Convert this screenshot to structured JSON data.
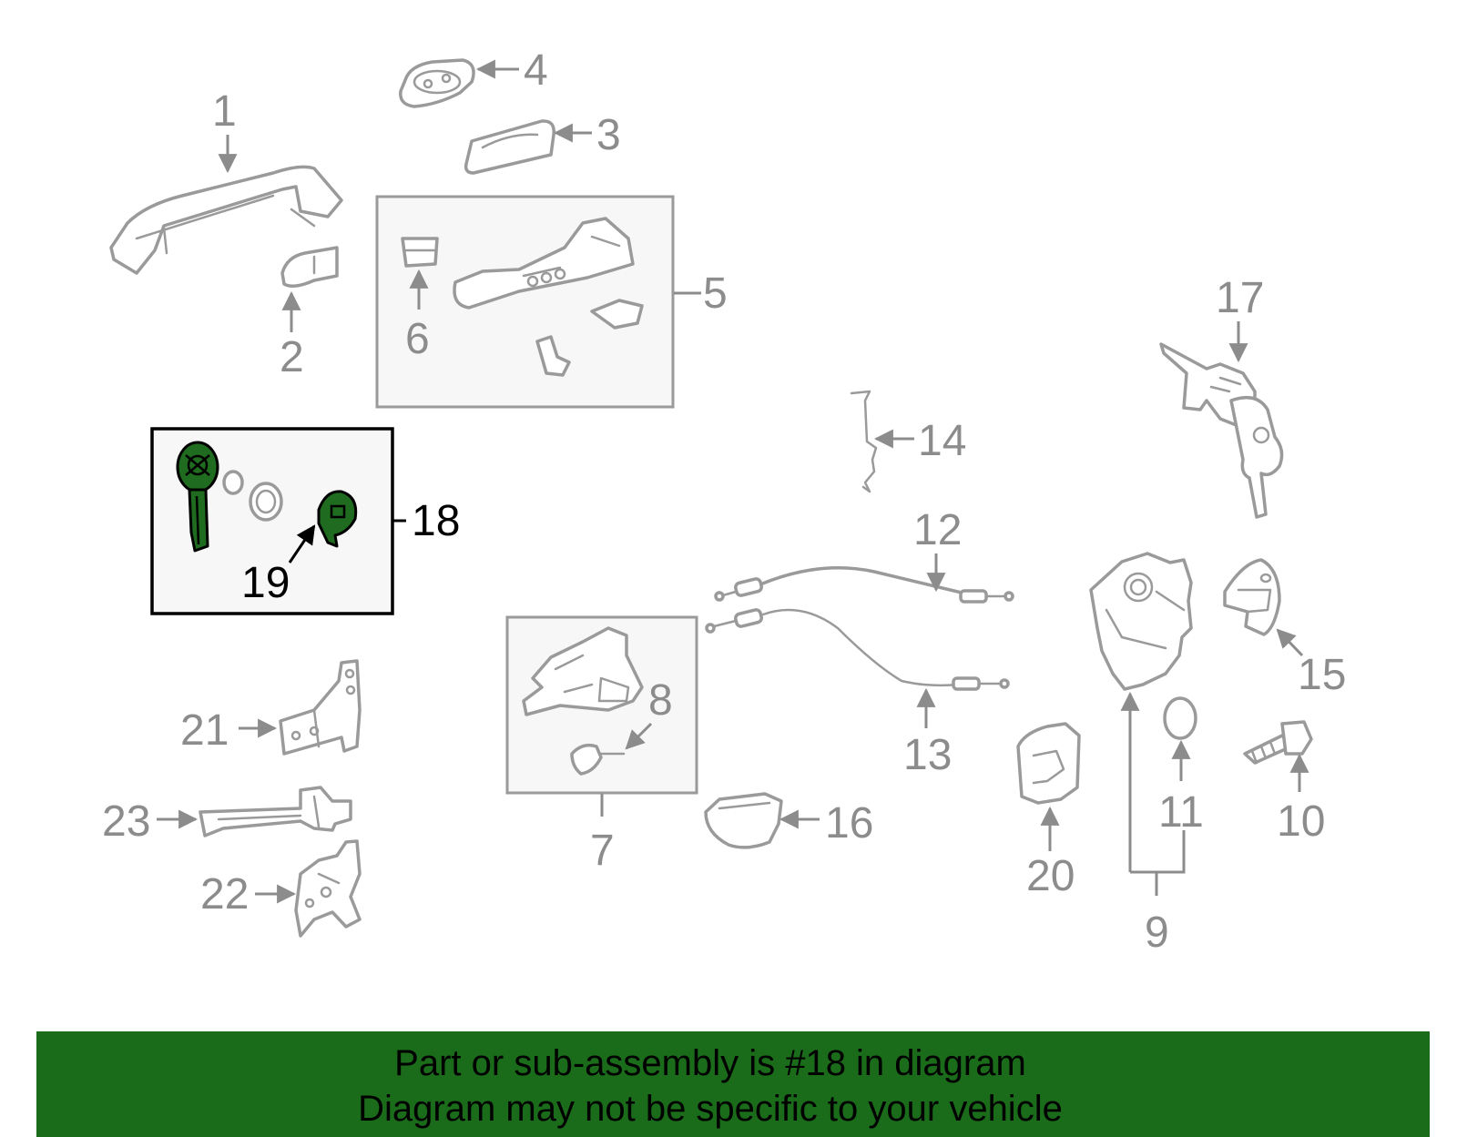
{
  "diagram": {
    "callouts": {
      "c1": "1",
      "c2": "2",
      "c3": "3",
      "c4": "4",
      "c5": "5",
      "c6": "6",
      "c7": "7",
      "c8": "8",
      "c9": "9",
      "c10": "10",
      "c11": "11",
      "c12": "12",
      "c13": "13",
      "c14": "14",
      "c15": "15",
      "c16": "16",
      "c17": "17",
      "c18": "18",
      "c19": "19",
      "c20": "20",
      "c21": "21",
      "c22": "22",
      "c23": "23"
    },
    "highlighted_part": "18",
    "highlight_color": "#1f6b1f"
  },
  "banner": {
    "line1": "Part or sub-assembly is #18 in diagram",
    "line2": "Diagram may not be specific to your vehicle",
    "background": "#1a6b1a"
  }
}
